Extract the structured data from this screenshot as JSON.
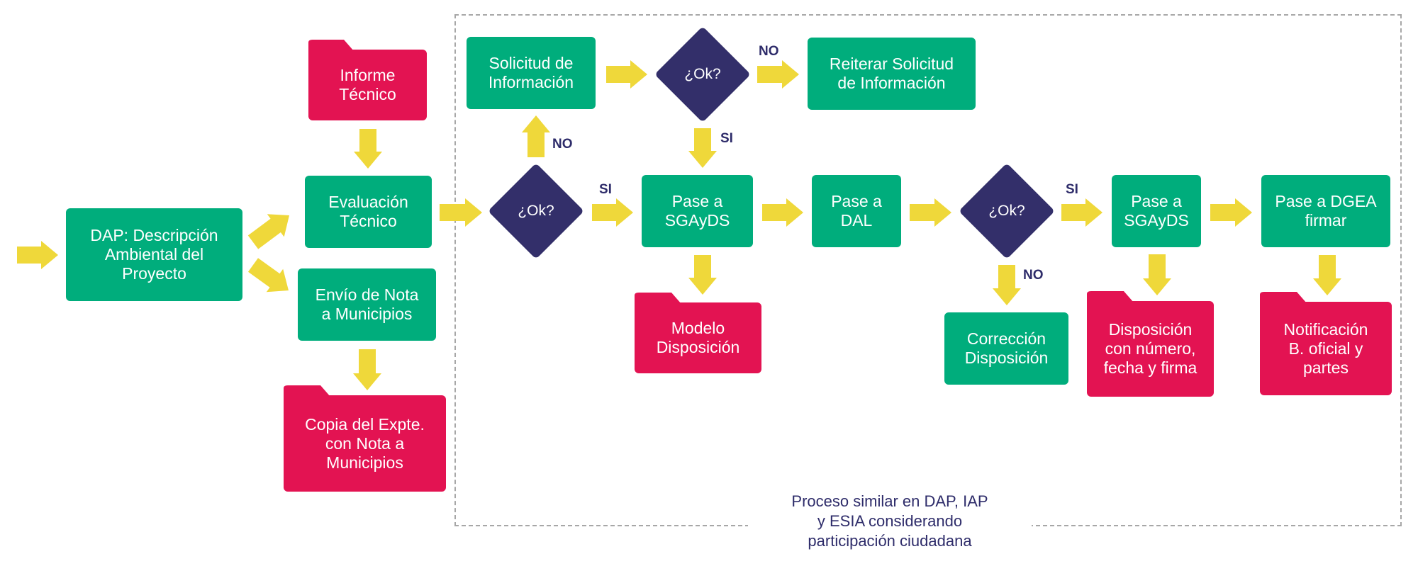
{
  "colors": {
    "process": "#00AD7C",
    "document": "#E31352",
    "decision": "#332F6A",
    "arrow": "#EFD83A",
    "label": "#2E2C6A",
    "frame": "#A7A7A7"
  },
  "nodes": {
    "dap": "DAP: Descripción\nAmbiental del\nProyecto",
    "informe_tecnico": "Informe\nTécnico",
    "evaluacion_tecnico": "Evaluación\nTécnico",
    "envio_nota": "Envío de Nota\na Municipios",
    "copia_expte": "Copia del Expte.\ncon Nota a\nMunicipios",
    "solicitud_info": "Solicitud de\nInformación",
    "reiterar_solicitud": "Reiterar Solicitud\nde Información",
    "pase_sgayds_1": "Pase a\nSGAyDS",
    "modelo_disposicion": "Modelo\nDisposición",
    "pase_dal": "Pase a\nDAL",
    "correccion_disposicion": "Corrección\nDisposición",
    "pase_sgayds_2": "Pase a\nSGAyDS",
    "disposicion_firma": "Disposición\ncon número,\nfecha y firma",
    "pase_dgea": "Pase a DGEA\nfirmar",
    "notificacion": "Notificación\nB. oficial y\npartes"
  },
  "decisions": {
    "ok_1": "¿Ok?",
    "ok_2": "¿Ok?",
    "ok_3": "¿Ok?"
  },
  "edge_labels": {
    "ok1_no": "NO",
    "ok1_si": "SI",
    "ok2_no": "NO",
    "ok2_si": "SI",
    "ok3_si": "SI",
    "ok3_no": "NO"
  },
  "caption": "Proceso similar en DAP, IAP\ny ESIA considerando\nparticipación ciudadana"
}
